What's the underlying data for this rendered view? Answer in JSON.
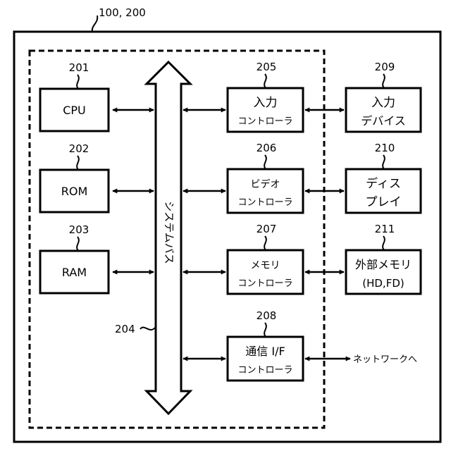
{
  "outer_ref": "100, 200",
  "bus": {
    "ref": "204",
    "label": "システムバス"
  },
  "left_blocks": [
    {
      "ref": "201",
      "label": "CPU"
    },
    {
      "ref": "202",
      "label": "ROM"
    },
    {
      "ref": "203",
      "label": "RAM"
    }
  ],
  "controllers": [
    {
      "ref": "205",
      "line1": "入力",
      "line2": "コントローラ"
    },
    {
      "ref": "206",
      "line1": "ビデオ",
      "line2": "コントローラ"
    },
    {
      "ref": "207",
      "line1": "メモリ",
      "line2": "コントローラ"
    },
    {
      "ref": "208",
      "line1": "通信 I/F",
      "line2": "コントローラ"
    }
  ],
  "devices": [
    {
      "ref": "209",
      "line1": "入力",
      "line2": "デバイス"
    },
    {
      "ref": "210",
      "line1": "ディス",
      "line2": "プレイ"
    },
    {
      "ref": "211",
      "line1": "外部メモリ",
      "line2": "(HD,FD)"
    }
  ],
  "network_label": "ネットワークへ"
}
